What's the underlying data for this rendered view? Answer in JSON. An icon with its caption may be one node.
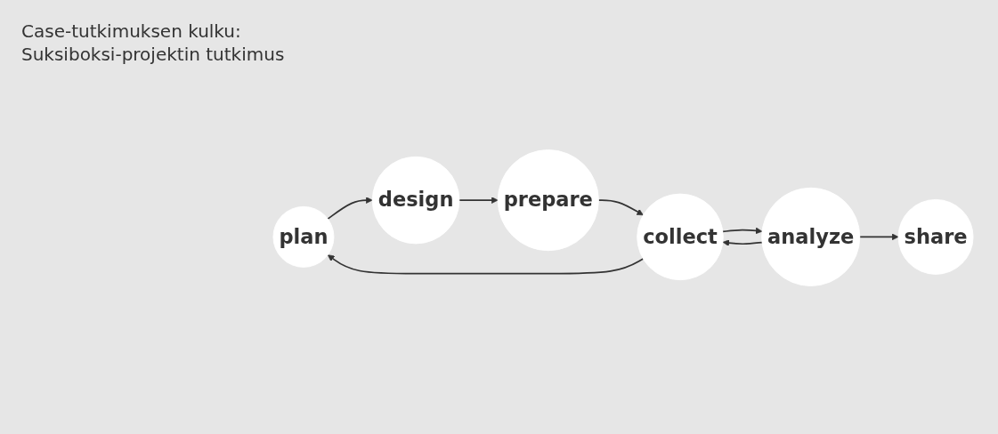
{
  "diagram": {
    "title": "Case-tutkimuksen kulku: Suksiboksi-projektin tutkimus",
    "nodes": [
      {
        "text": [
          "plan"
        ]
      },
      {
        "text": [
          "design"
        ]
      },
      {
        "text": [
          "prepare"
        ]
      },
      {
        "text": [
          "collect"
        ]
      },
      {
        "text": [
          "analyze"
        ]
      },
      {
        "text": [
          "share"
        ]
      }
    ],
    "edges": [
      {
        "from": 0,
        "to": 1,
        "arrow": "to"
      },
      {
        "from": 1,
        "to": 2,
        "arrow": "to"
      },
      {
        "from": 2,
        "to": 3,
        "arrow": "to"
      },
      {
        "from": 3,
        "to": 0,
        "arrow": "to"
      },
      {
        "from": 3,
        "to": 4,
        "arrow": "to"
      },
      {
        "from": 4,
        "to": 3,
        "arrow": "to"
      },
      {
        "from": 4,
        "to": 5,
        "arrow": "to"
      }
    ]
  }
}
